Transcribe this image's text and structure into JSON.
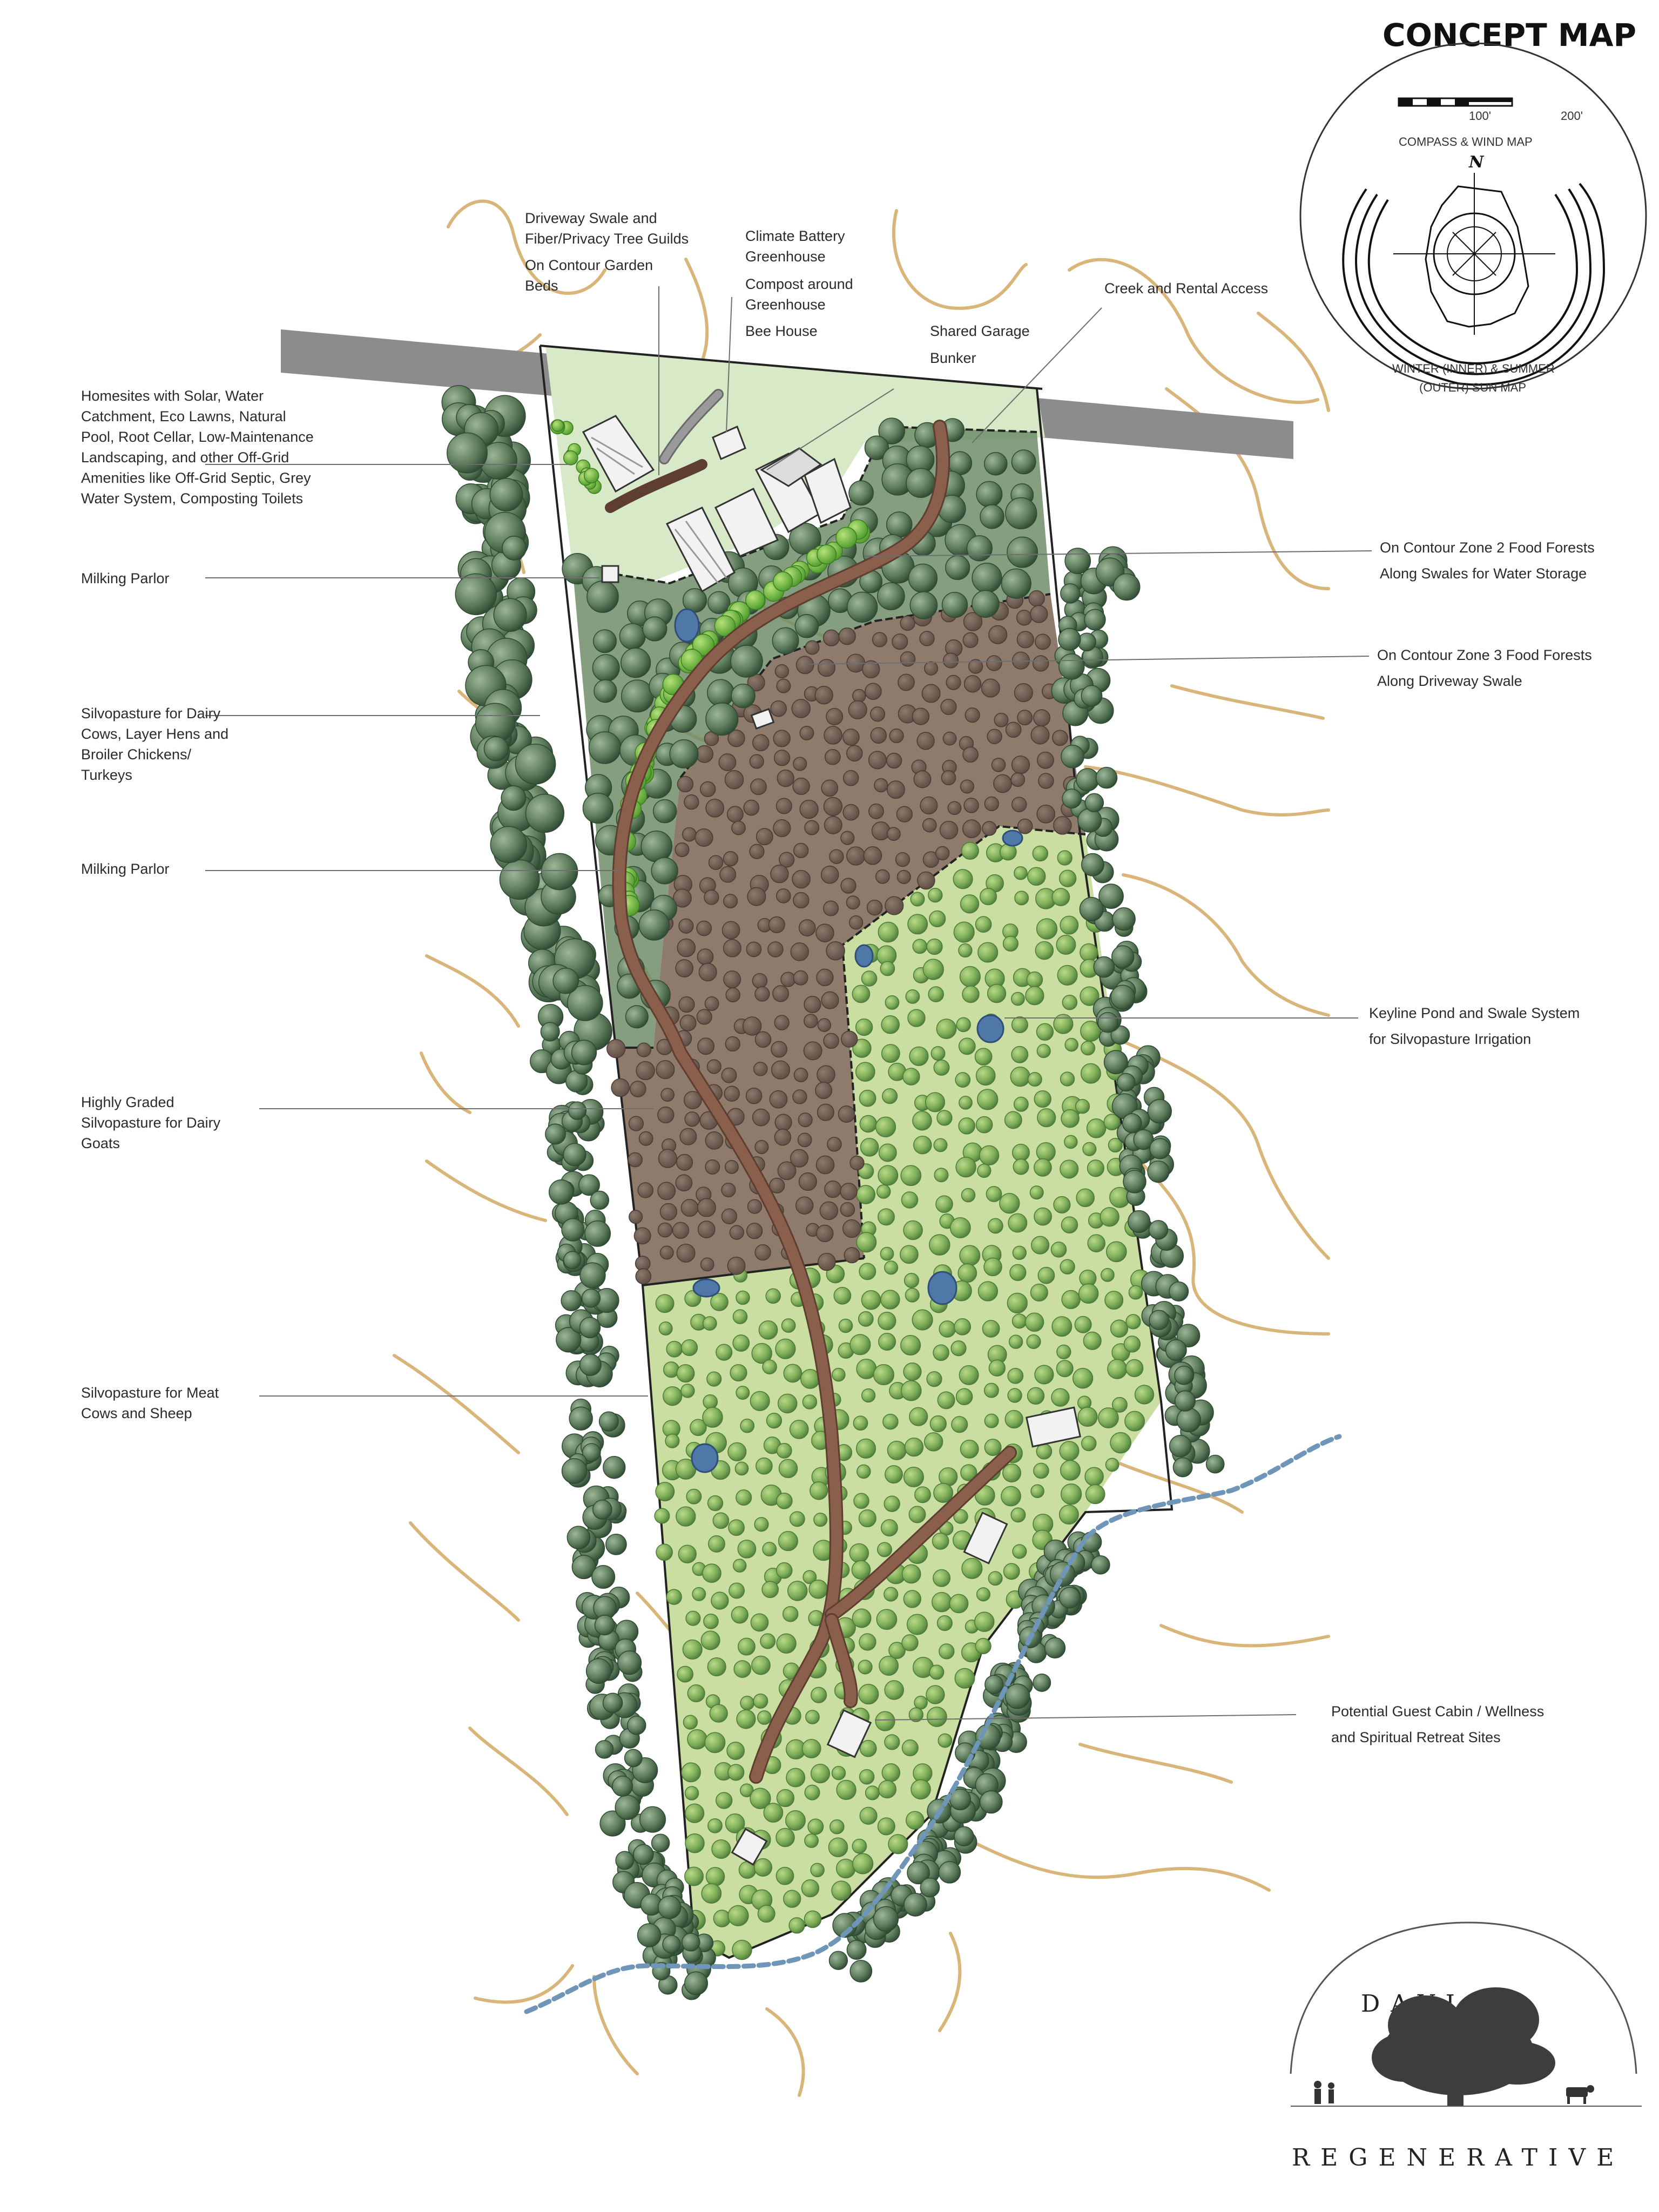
{
  "title": "CONCEPT MAP",
  "compass": {
    "scale_labels": [
      "100'",
      "200'"
    ],
    "compass_label": "COMPASS & WIND MAP",
    "north_label": "N",
    "sun_label_line1": "WINTER (INNER) & SUMMER",
    "sun_label_line2": "(OUTER) SUN MAP"
  },
  "labels": {
    "driveway_swale": [
      "Driveway Swale and",
      "Fiber/Privacy Tree Guilds"
    ],
    "contour_beds": [
      "On Contour Garden",
      "Beds"
    ],
    "climate_battery": [
      "Climate Battery",
      "Greenhouse"
    ],
    "compost": [
      "Compost around",
      "Greenhouse"
    ],
    "bee_house": [
      "Bee House"
    ],
    "shared_garage": [
      "Shared Garage"
    ],
    "bunker": [
      "Bunker"
    ],
    "creek_access": [
      "Creek and Rental Access"
    ],
    "homesites": [
      "Homesites with Solar, Water",
      "Catchment, Eco Lawns, Natural",
      "Pool, Root Cellar, Low-Maintenance",
      "Landscaping, and other Off-Grid",
      "Amenities like Off-Grid Septic, Grey",
      "Water System, Composting Toilets"
    ],
    "milking_parlor_1": [
      "Milking Parlor"
    ],
    "zone2": [
      "On Contour Zone 2 Food Forests",
      "Along Swales for Water Storage"
    ],
    "zone3": [
      "On Contour Zone 3 Food Forests",
      "Along Driveway Swale"
    ],
    "silvopasture_dairy": [
      "Silvopasture for Dairy",
      "Cows, Layer Hens and",
      "Broiler Chickens/",
      "Turkeys"
    ],
    "milking_parlor_2": [
      "Milking Parlor"
    ],
    "keyline": [
      "Keyline Pond and Swale System",
      "for Silvopasture Irrigation"
    ],
    "goats": [
      "Highly Graded",
      "Silvopasture for Dairy",
      "Goats"
    ],
    "meat_cows": [
      "Silvopasture for Meat",
      "Cows and Sheep"
    ],
    "guest_cabin": [
      "Potential Guest Cabin / Wellness",
      "and Spiritual Retreat Sites"
    ]
  },
  "logo": {
    "top": "DAVIS",
    "bottom": "REGENERATIVE"
  },
  "colors": {
    "contour": "#d9b57a",
    "road": "#8c8c8c",
    "path": "#7a5443",
    "pasture_light": "#c9dea0",
    "pasture_dark": "#8f7b6b",
    "forest": "#6e8a6a",
    "creek": "#6f95b8",
    "pond": "#4f78a8"
  }
}
